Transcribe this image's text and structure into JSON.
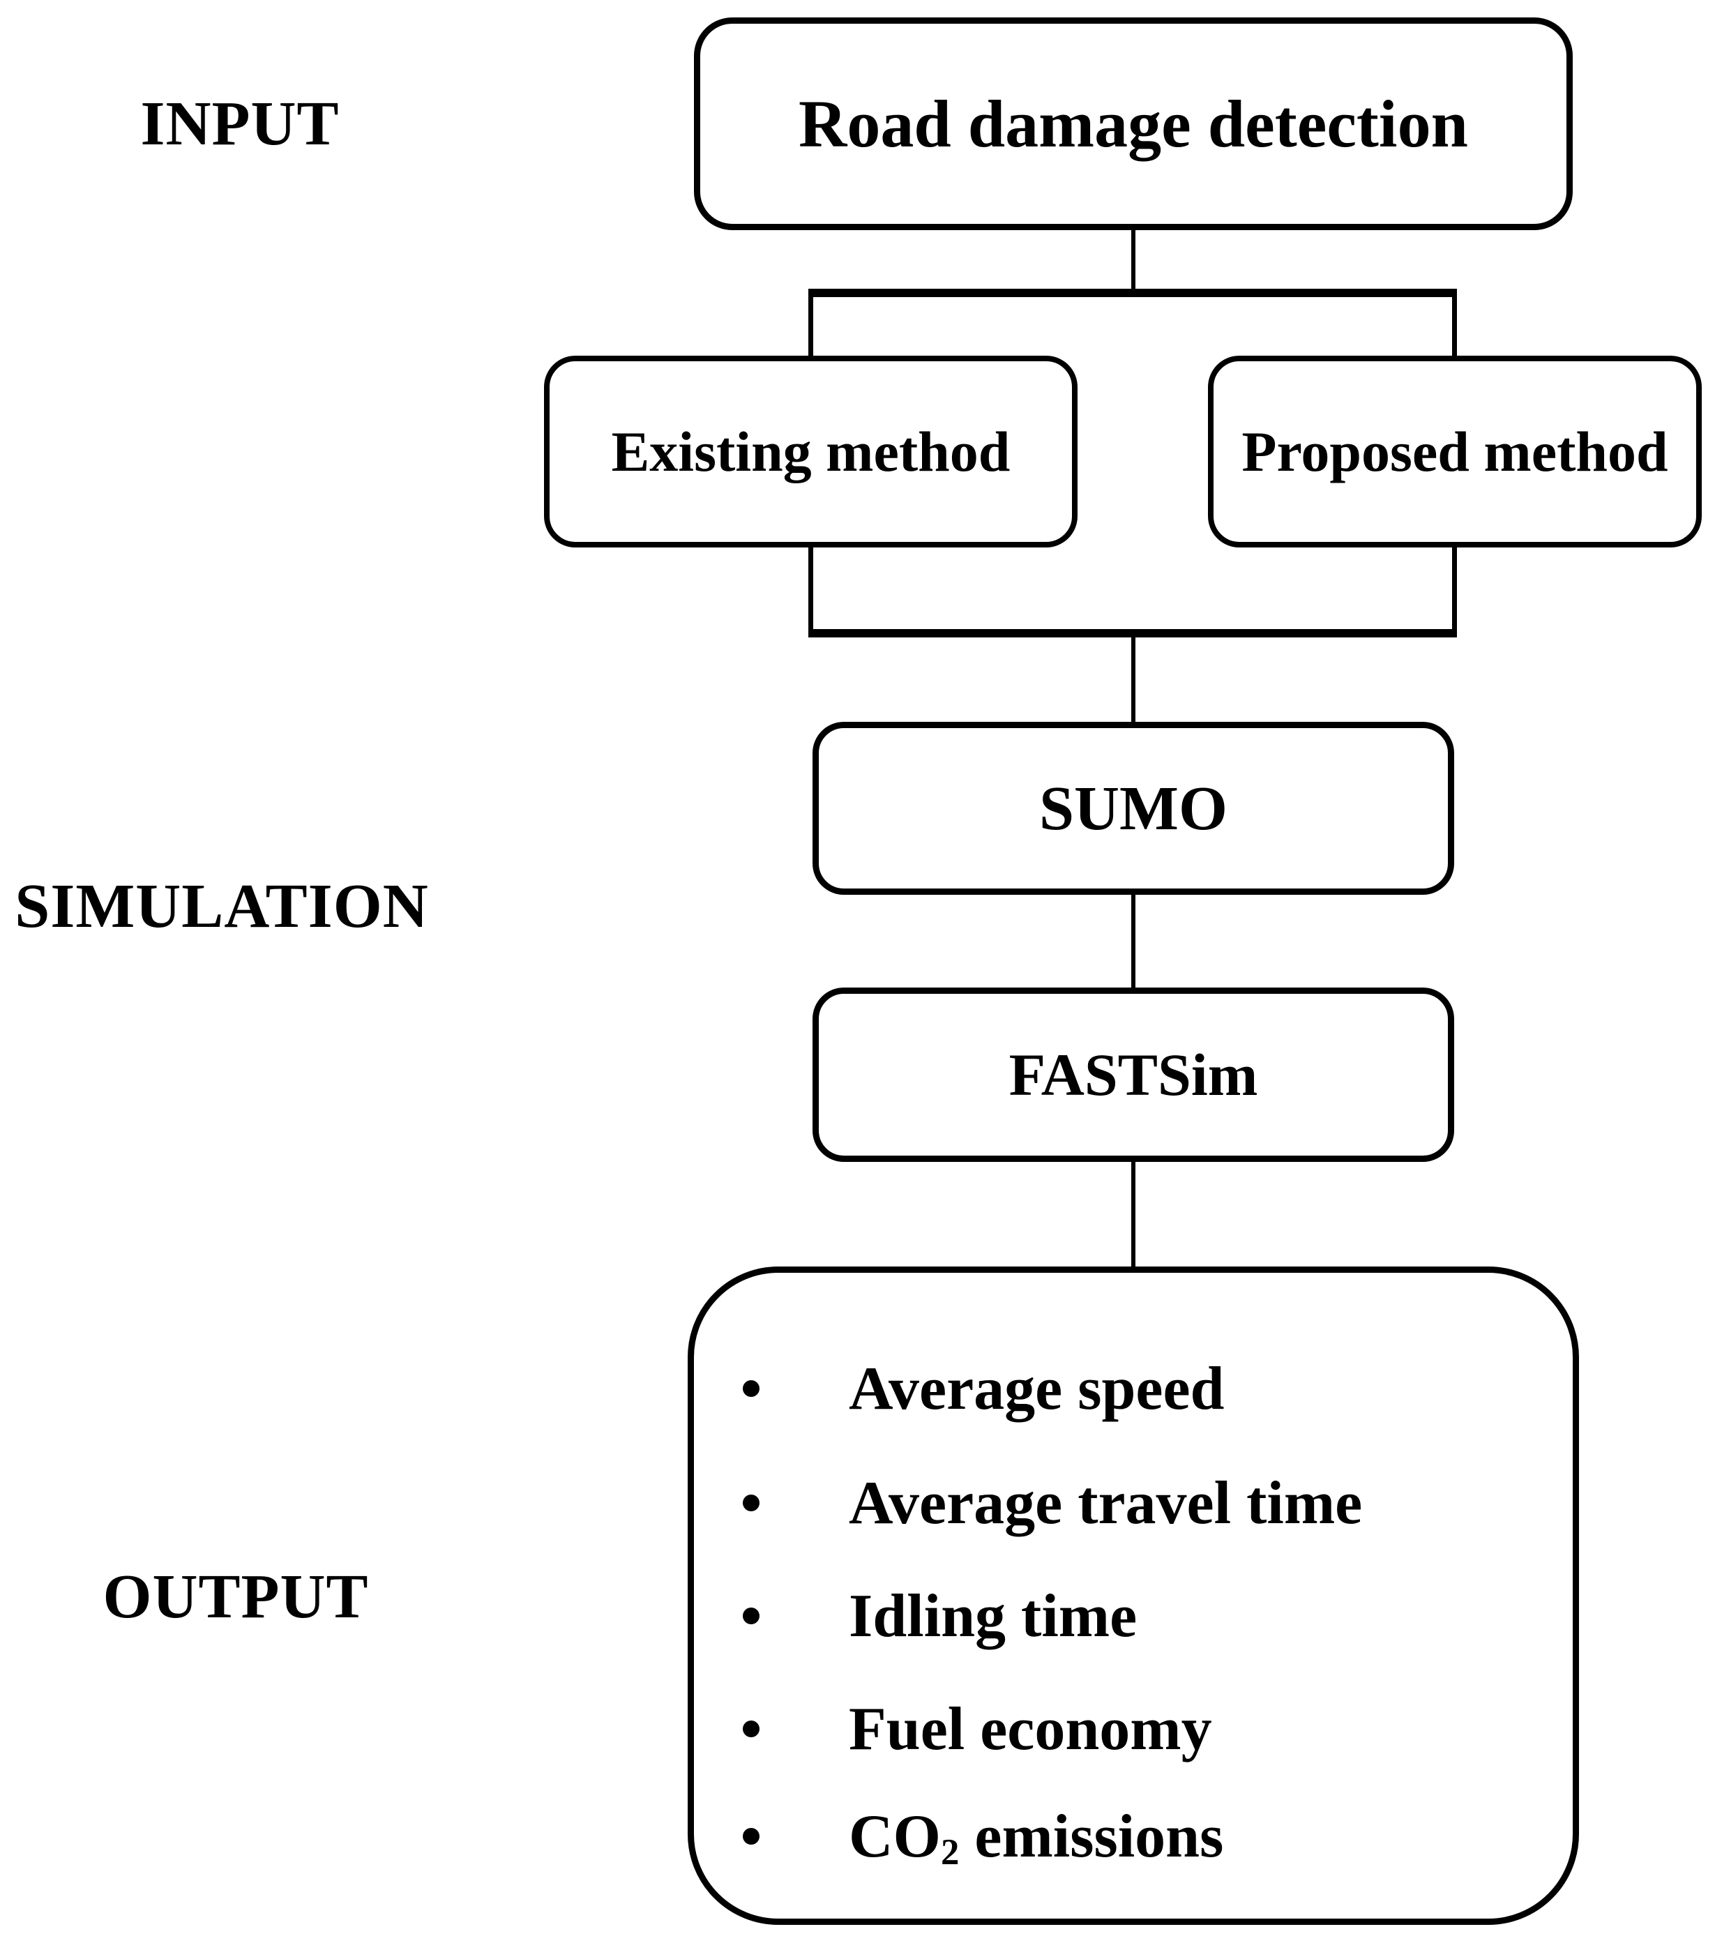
{
  "figure": {
    "background_color": "#ffffff",
    "ink_color": "#000000"
  },
  "stage_labels": {
    "input": "INPUT",
    "simulation": "SIMULATION",
    "output": "OUTPUT"
  },
  "nodes": {
    "road_damage_detection": {
      "label": "Road damage detection"
    },
    "existing_method": {
      "label": "Existing method"
    },
    "proposed_method": {
      "label": "Proposed method"
    },
    "sumo": {
      "label": "SUMO"
    },
    "fastsim": {
      "label": "FASTSim"
    }
  },
  "output_box": {
    "bullet_icon": "filled-circle",
    "items": [
      {
        "label": "Average speed"
      },
      {
        "label": "Average travel time"
      },
      {
        "label": "Idling time"
      },
      {
        "label": "Fuel economy"
      },
      {
        "pre": "CO",
        "sub": "2",
        "post": " emissions"
      }
    ]
  }
}
